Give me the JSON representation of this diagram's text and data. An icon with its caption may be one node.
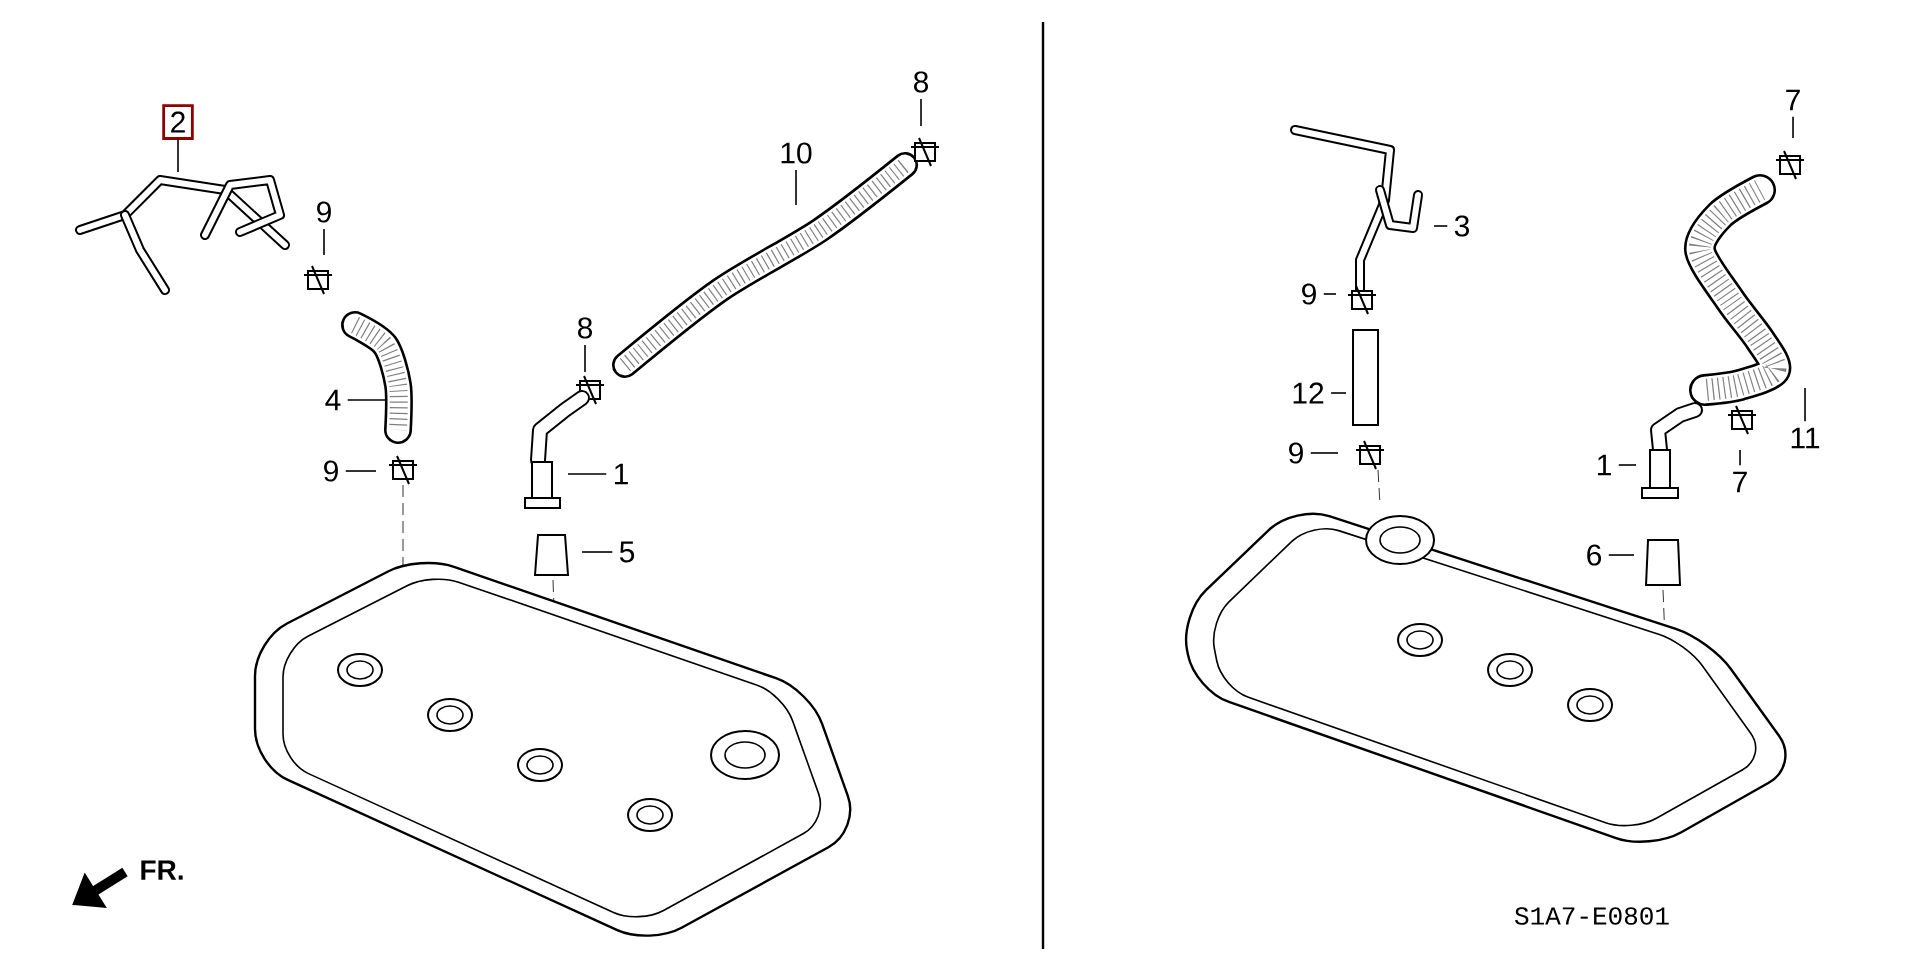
{
  "diagram": {
    "nodes": [
      {
        "text": [
          "2"
        ]
      },
      {
        "text": [
          "9"
        ]
      },
      {
        "text": [
          "4"
        ]
      },
      {
        "text": [
          "9"
        ]
      },
      {
        "text": [
          "8"
        ]
      },
      {
        "text": [
          "10"
        ]
      },
      {
        "text": [
          "8"
        ]
      },
      {
        "text": [
          "1"
        ]
      },
      {
        "text": [
          "5"
        ]
      },
      {
        "text": [
          "3"
        ]
      },
      {
        "text": [
          "9"
        ]
      },
      {
        "text": [
          "12"
        ]
      },
      {
        "text": [
          "9"
        ]
      },
      {
        "text": [
          "7"
        ]
      },
      {
        "text": [
          "1"
        ]
      },
      {
        "text": [
          "6"
        ]
      },
      {
        "text": [
          "7"
        ]
      },
      {
        "text": [
          "11"
        ]
      }
    ],
    "edges": [
      {
        "from": 0,
        "to": null,
        "arrow": "none"
      },
      {
        "from": 1,
        "to": null,
        "arrow": "none"
      },
      {
        "from": 2,
        "to": null,
        "arrow": "none"
      },
      {
        "from": 3,
        "to": null,
        "arrow": "none"
      },
      {
        "from": 4,
        "to": null,
        "arrow": "none"
      },
      {
        "from": 5,
        "to": null,
        "arrow": "none"
      },
      {
        "from": 6,
        "to": null,
        "arrow": "none"
      },
      {
        "from": 7,
        "to": null,
        "arrow": "none"
      },
      {
        "from": 8,
        "to": null,
        "arrow": "none"
      },
      {
        "from": 9,
        "to": null,
        "arrow": "none"
      },
      {
        "from": 10,
        "to": null,
        "arrow": "none"
      },
      {
        "from": 11,
        "to": null,
        "arrow": "none"
      },
      {
        "from": 12,
        "to": null,
        "arrow": "none"
      },
      {
        "from": 13,
        "to": null,
        "arrow": "none"
      },
      {
        "from": 14,
        "to": null,
        "arrow": "none"
      },
      {
        "from": 15,
        "to": null,
        "arrow": "none"
      },
      {
        "from": 16,
        "to": null,
        "arrow": "none"
      },
      {
        "from": 17,
        "to": null,
        "arrow": "none"
      }
    ],
    "labels": [
      "FR.",
      "S1A7-E0801"
    ]
  }
}
